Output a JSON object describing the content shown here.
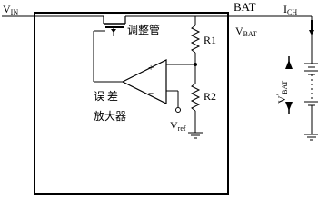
{
  "labels": {
    "vin_main": "V",
    "vin_sub": "IN",
    "bat": "BAT",
    "vbat_main": "V",
    "vbat_sub": "BAT",
    "ich_main": "I",
    "ich_sub": "CH",
    "regulator": "调整管",
    "r1": "R1",
    "r2": "R2",
    "amp_line1": "误  差",
    "amp_line2": "放大器",
    "vref_main": "V",
    "vref_sub": "ref",
    "plus": "+",
    "minus": "−",
    "vbat_prime_main": "V",
    "vbat_prime_sup": "'",
    "vbat_prime_sub": "BAT"
  }
}
